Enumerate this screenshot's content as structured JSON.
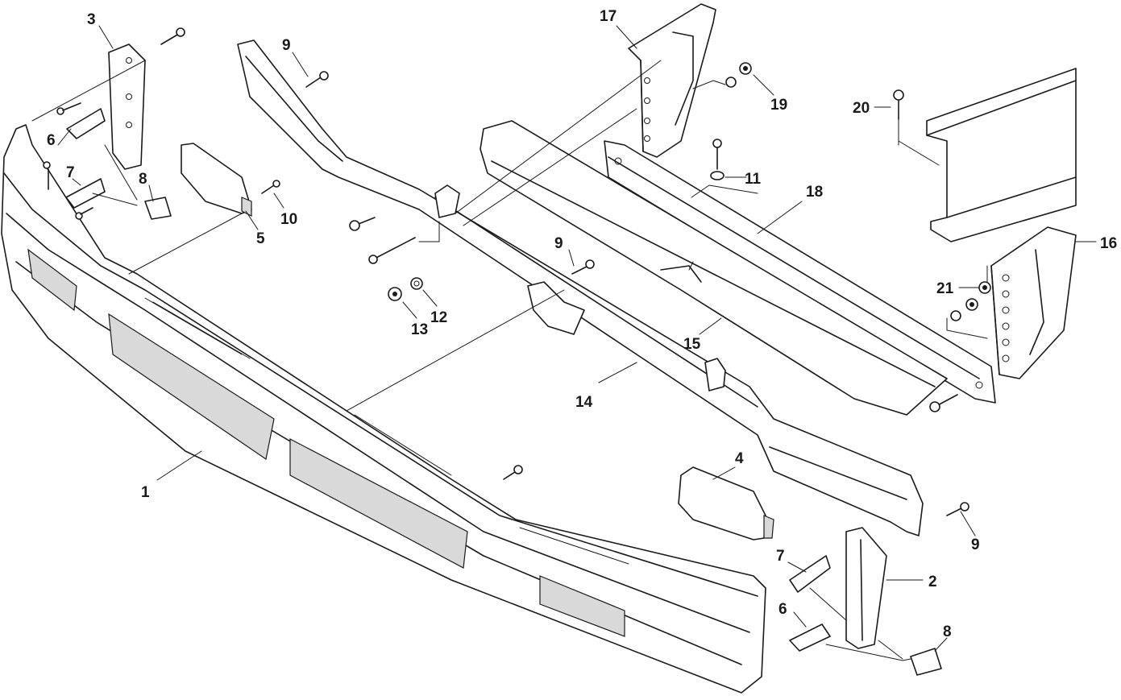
{
  "callouts": {
    "c1": "1",
    "c2": "2",
    "c3": "3",
    "c4": "4",
    "c5": "5",
    "c6a": "6",
    "c6b": "6",
    "c7a": "7",
    "c7b": "7",
    "c8a": "8",
    "c8b": "8",
    "c9a": "9",
    "c9b": "9",
    "c9c": "9",
    "c10": "10",
    "c11": "11",
    "c12": "12",
    "c13": "13",
    "c14": "14",
    "c15": "15",
    "c16": "16",
    "c17": "17",
    "c18": "18",
    "c19": "19",
    "c20": "20",
    "c21": "21"
  }
}
